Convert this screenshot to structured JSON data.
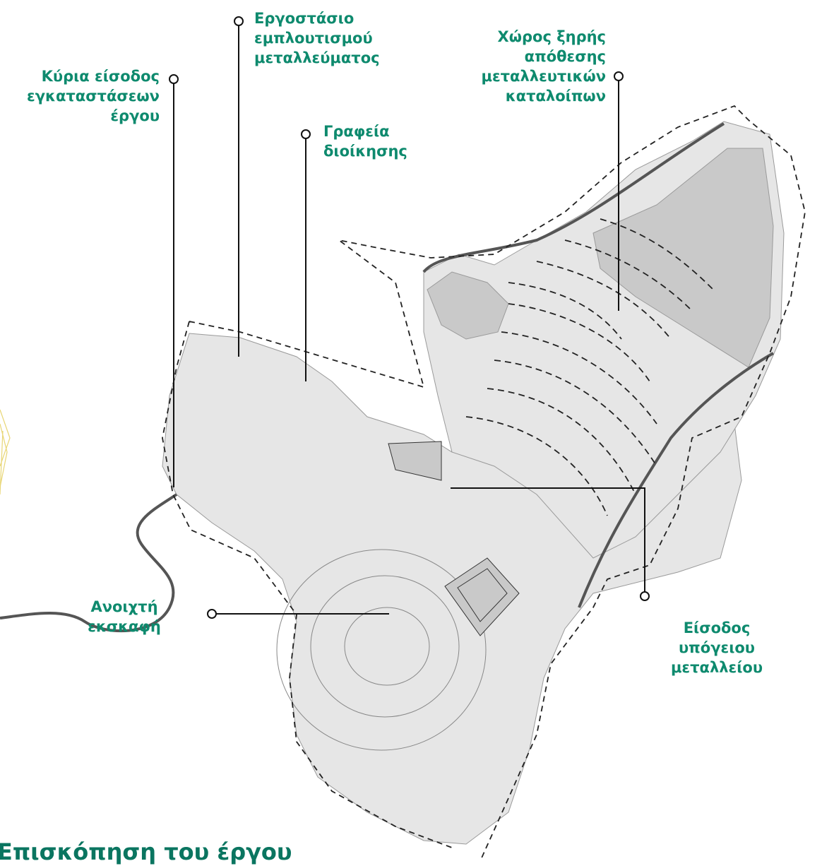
{
  "colors": {
    "label": "#0e8a6e",
    "title": "#0a7560",
    "leader": "#111111",
    "marker_fill": "#ffffff",
    "boundary": "#222222",
    "site_fill": "#e6e6e6",
    "site_fill_dark": "#c9c9c9",
    "road": "#555555",
    "deco": "#e8d676"
  },
  "title": "Επισκόπηση του έργου",
  "labels": {
    "main_entrance": "Κύρια είσοδος\nεγκαταστάσεων\nέργου",
    "processing_plant": "Εργοστάσιο\nεμπλουτισμού\nμεταλλεύματος",
    "offices": "Γραφεία\nδιοίκησης",
    "tailings": "Χώρος ξηρής\nαπόθεσης\nμεταλλευτικών\nκαταλοίπων",
    "underground_entrance": "Είσοδος\nυπόγειου\nμεταλλείου",
    "open_pit": "Ανοιχτή\nεκσκαφή"
  },
  "icons": {
    "callout_marker": "circle-marker-icon"
  }
}
